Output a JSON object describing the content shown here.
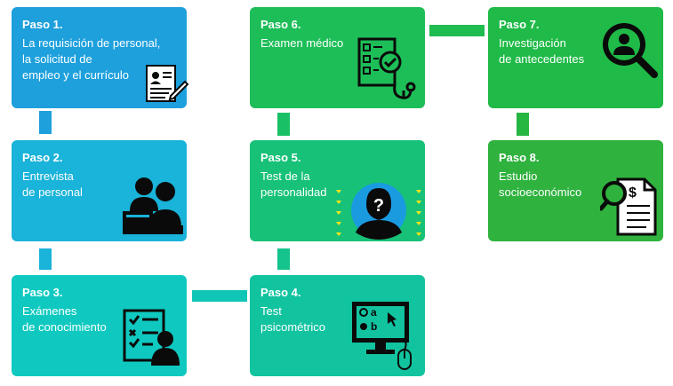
{
  "steps": [
    {
      "title": "Paso 1.",
      "text": "La requisición de personal,\nla solicitud de\nempleo y el currículo",
      "color": "#1ea0dc",
      "icon": "resume-icon"
    },
    {
      "title": "Paso 2.",
      "text": "Entrevista\nde personal",
      "color": "#1ab3d9",
      "icon": "interview-icon"
    },
    {
      "title": "Paso 3.",
      "text": "Exámenes\nde conocimiento",
      "color": "#0fc9c0",
      "icon": "checklist-icon"
    },
    {
      "title": "Paso 4.",
      "text": "Test\npsicométrico",
      "color": "#12c3a0",
      "icon": "computer-test-icon"
    },
    {
      "title": "Paso 5.",
      "text": "Test de la\npersonalidad",
      "color": "#17c178",
      "icon": "question-person-icon"
    },
    {
      "title": "Paso 6.",
      "text": "Examen médico",
      "color": "#1dbe58",
      "icon": "medical-exam-icon"
    },
    {
      "title": "Paso 7.",
      "text": "Investigación\nde antecedentes",
      "color": "#1fba47",
      "icon": "magnifier-person-icon"
    },
    {
      "title": "Paso 8.",
      "text": "Estudio\nsocioeconómico",
      "color": "#2fb23e",
      "icon": "financial-doc-icon"
    }
  ]
}
